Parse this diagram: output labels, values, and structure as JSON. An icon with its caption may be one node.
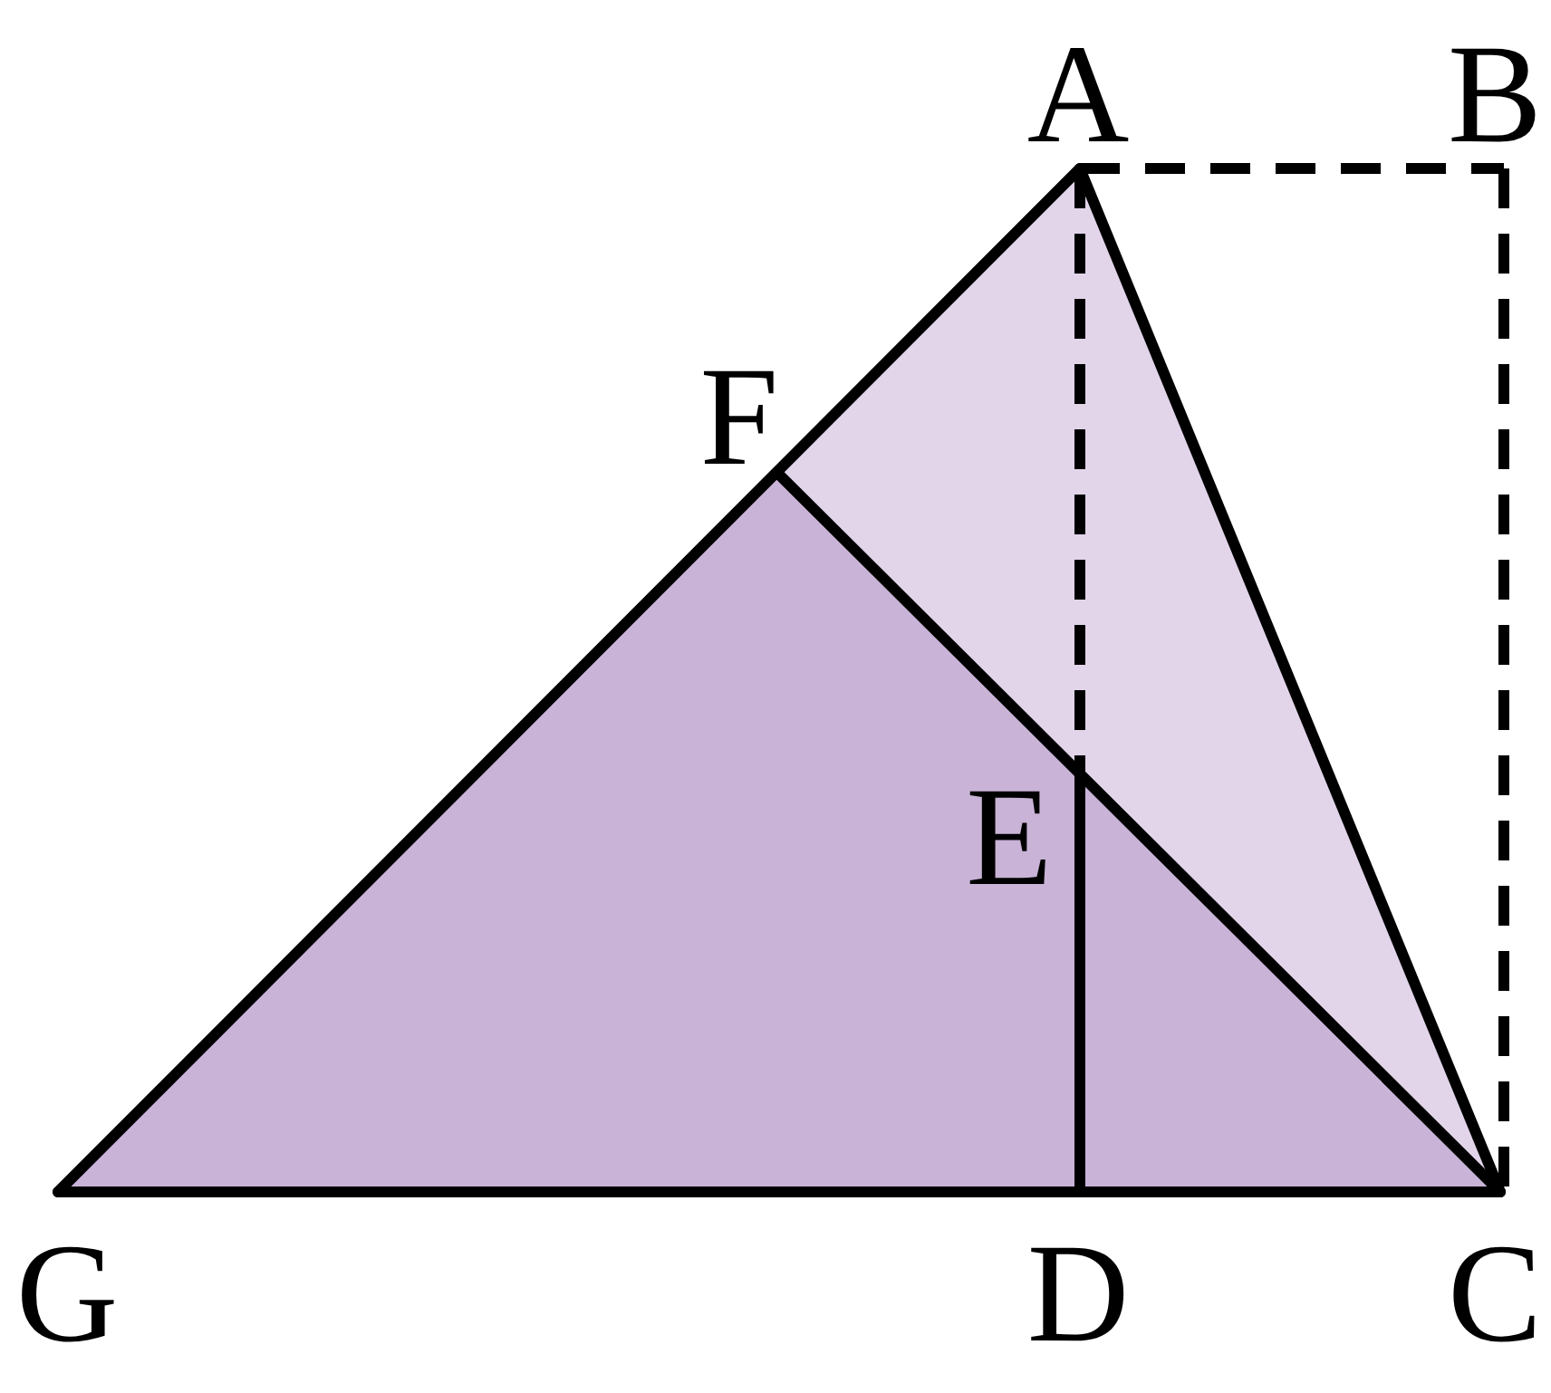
{
  "diagram": {
    "labels": [
      "A",
      "B",
      "F",
      "E",
      "G",
      "D",
      "C"
    ]
  }
}
